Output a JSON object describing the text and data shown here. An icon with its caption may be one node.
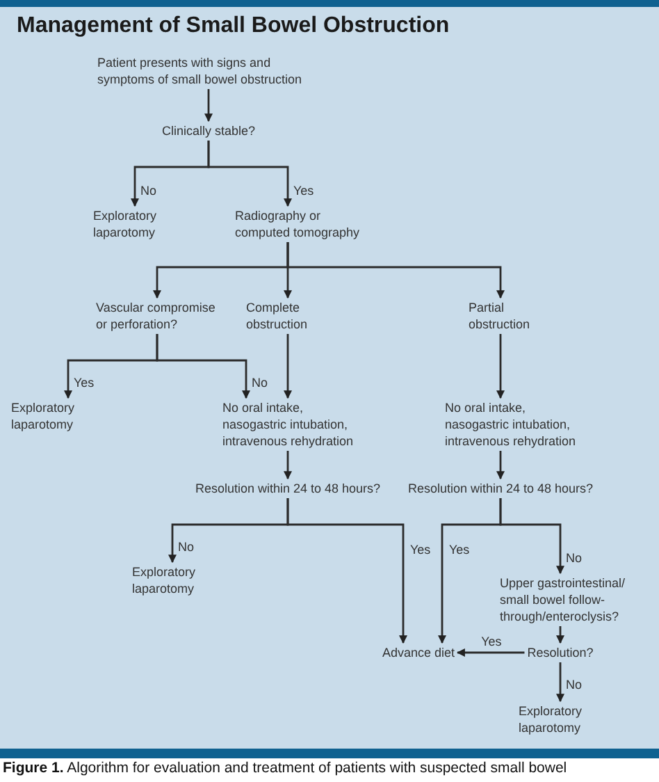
{
  "diagram": {
    "title": "Management of Small Bowel Obstruction",
    "caption": "**Figure 1.** Algorithm for evaluation and treatment of patients with suspected small bowel",
    "nodes": [
      {
        "text": [
          "Patient presents with signs and symptoms of small bowel obstruction"
        ]
      },
      {
        "text": [
          "Clinically stable?"
        ]
      },
      {
        "text": [
          "Exploratory laparotomy"
        ]
      },
      {
        "text": [
          "Radiography or computed tomography"
        ]
      },
      {
        "text": [
          "Vascular compromise or perforation?"
        ]
      },
      {
        "text": [
          "Complete obstruction"
        ]
      },
      {
        "text": [
          "Partial obstruction"
        ]
      },
      {
        "text": [
          "Exploratory laparotomy"
        ]
      },
      {
        "text": [
          "No oral intake, nasogastric intubation, intravenous rehydration"
        ]
      },
      {
        "text": [
          "No oral intake, nasogastric intubation, intravenous rehydration"
        ]
      },
      {
        "text": [
          "Resolution within 24 to 48 hours?"
        ]
      },
      {
        "text": [
          "Resolution within 24 to 48 hours?"
        ]
      },
      {
        "text": [
          "Exploratory laparotomy"
        ]
      },
      {
        "text": [
          "Advance diet"
        ]
      },
      {
        "text": [
          "Upper gastrointestinal/ small bowel follow-through/enteroclysis?"
        ]
      },
      {
        "text": [
          "Resolution?"
        ]
      },
      {
        "text": [
          "Exploratory laparotomy"
        ]
      }
    ],
    "edges": [
      {
        "from": 0,
        "to": 1,
        "arrow": "to"
      },
      {
        "from": 1,
        "to": 2,
        "arrow": "to",
        "label": "No"
      },
      {
        "from": 1,
        "to": 3,
        "arrow": "to",
        "label": "Yes"
      },
      {
        "from": 3,
        "to": 4,
        "arrow": "to"
      },
      {
        "from": 3,
        "to": 5,
        "arrow": "to"
      },
      {
        "from": 3,
        "to": 6,
        "arrow": "to"
      },
      {
        "from": 4,
        "to": 7,
        "arrow": "to",
        "label": "Yes"
      },
      {
        "from": 4,
        "to": 8,
        "arrow": "to",
        "label": "No"
      },
      {
        "from": 5,
        "to": 8,
        "arrow": "to"
      },
      {
        "from": 6,
        "to": 9,
        "arrow": "to"
      },
      {
        "from": 8,
        "to": 10,
        "arrow": "to"
      },
      {
        "from": 9,
        "to": 11,
        "arrow": "to"
      },
      {
        "from": 10,
        "to": 12,
        "arrow": "to",
        "label": "No"
      },
      {
        "from": 10,
        "to": 13,
        "arrow": "to",
        "label": "Yes"
      },
      {
        "from": 11,
        "to": 13,
        "arrow": "to",
        "label": "Yes"
      },
      {
        "from": 11,
        "to": 14,
        "arrow": "to",
        "label": "No"
      },
      {
        "from": 14,
        "to": 15,
        "arrow": "to"
      },
      {
        "from": 15,
        "to": 13,
        "arrow": "to",
        "label": "Yes"
      },
      {
        "from": 15,
        "to": 16,
        "arrow": "to",
        "label": "No"
      }
    ]
  }
}
